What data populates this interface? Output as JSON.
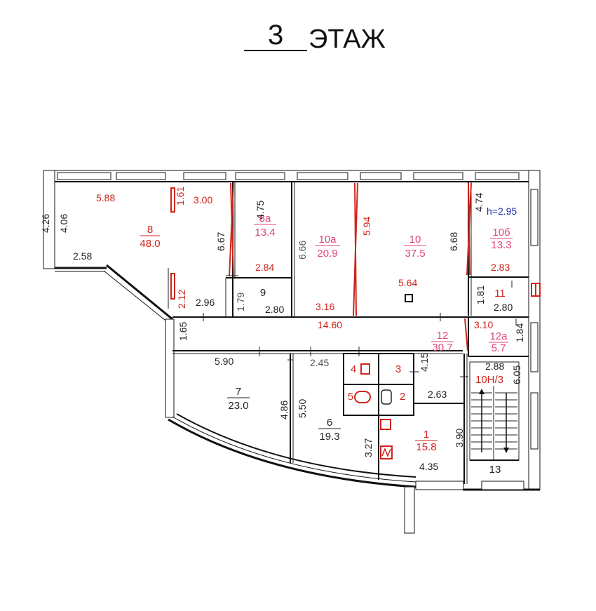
{
  "header": {
    "floor_number": "3",
    "floor_word": "ЭТАЖ"
  },
  "colors": {
    "red": "#d0241c",
    "pink": "#e0457a",
    "black": "#222222",
    "blue": "#1b2fa8",
    "wall": "#111111"
  },
  "rooms": {
    "r8": {
      "num": "8",
      "area": "48.0"
    },
    "r8a": {
      "num": "8а",
      "area": "13.4"
    },
    "r9": {
      "num": "9"
    },
    "r10a": {
      "num": "10а",
      "area": "20.9"
    },
    "r10": {
      "num": "10",
      "area": "37.5"
    },
    "r10b": {
      "num": "10б",
      "area": "13.3"
    },
    "r11": {
      "num": "11"
    },
    "r12": {
      "num": "12",
      "area": "30.7"
    },
    "r12a": {
      "num": "12а",
      "area": "5.7"
    },
    "r7": {
      "num": "7",
      "area": "23.0"
    },
    "r6": {
      "num": "6",
      "area": "19.3"
    },
    "r4": {
      "num": "4"
    },
    "r3": {
      "num": "3"
    },
    "r5": {
      "num": "5"
    },
    "r2": {
      "num": "2"
    },
    "r1": {
      "num": "1",
      "area": "15.8"
    },
    "r10n3": {
      "num": "10Н/3"
    },
    "r13": {
      "num": "13"
    }
  },
  "notes": {
    "height": "h=2.95"
  },
  "dims": {
    "d588": "5.88",
    "d161": "1.61",
    "d300": "3.00",
    "d475": "4.75",
    "d406": "4.06",
    "d426": "4.26",
    "d667": "6.67",
    "d666": "6.66",
    "d594": "5.94",
    "d668": "6.68",
    "d474": "4.74",
    "d258": "2.58",
    "d284": "2.84",
    "d179": "1.79",
    "d280a": "2.80",
    "d212": "2.12",
    "d296": "2.96",
    "d316": "3.16",
    "d564": "5.64",
    "d283": "2.83",
    "d181": "1.81",
    "d280b": "2.80",
    "d165": "1.65",
    "d1460": "14.60",
    "d310": "3.10",
    "d184": "1.84",
    "d590": "5.90",
    "d245": "2.45",
    "d415": "4.15",
    "d288": "2.88",
    "d605": "6.05",
    "d263": "2.63",
    "d486": "4.86",
    "d550": "5.50",
    "d327": "3.27",
    "d390": "3.90",
    "d435": "4.35"
  }
}
